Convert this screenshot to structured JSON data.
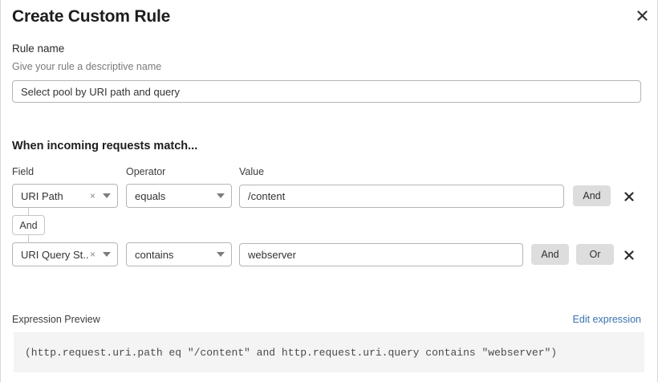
{
  "dialog": {
    "title": "Create Custom Rule",
    "close_icon": "close-icon"
  },
  "rule_name": {
    "label": "Rule name",
    "helper": "Give your rule a descriptive name",
    "value": "Select pool by URI path and query",
    "placeholder": ""
  },
  "match_section": {
    "heading": "When incoming requests match...",
    "columns": {
      "field": "Field",
      "operator": "Operator",
      "value": "Value"
    },
    "connector_badge": "And",
    "rows": [
      {
        "field": "URI Path",
        "operator": "equals",
        "value": "/content",
        "clear_icon": "clear-icon",
        "caret_icon": "chevron-down-icon",
        "buttons": [
          "And"
        ],
        "remove_icon": "close-icon"
      },
      {
        "field": "URI Query St...",
        "operator": "contains",
        "value": "webserver",
        "clear_icon": "clear-icon",
        "caret_icon": "chevron-down-icon",
        "buttons": [
          "And",
          "Or"
        ],
        "remove_icon": "close-icon"
      }
    ]
  },
  "expression": {
    "label": "Expression Preview",
    "edit_link": "Edit expression",
    "code": "(http.request.uri.path eq \"/content\" and http.request.uri.query contains \"webserver\")"
  },
  "colors": {
    "link": "#3b73af",
    "pill_bg": "#dddddd",
    "code_bg": "#f4f4f4",
    "border": "#b5b5b5"
  }
}
